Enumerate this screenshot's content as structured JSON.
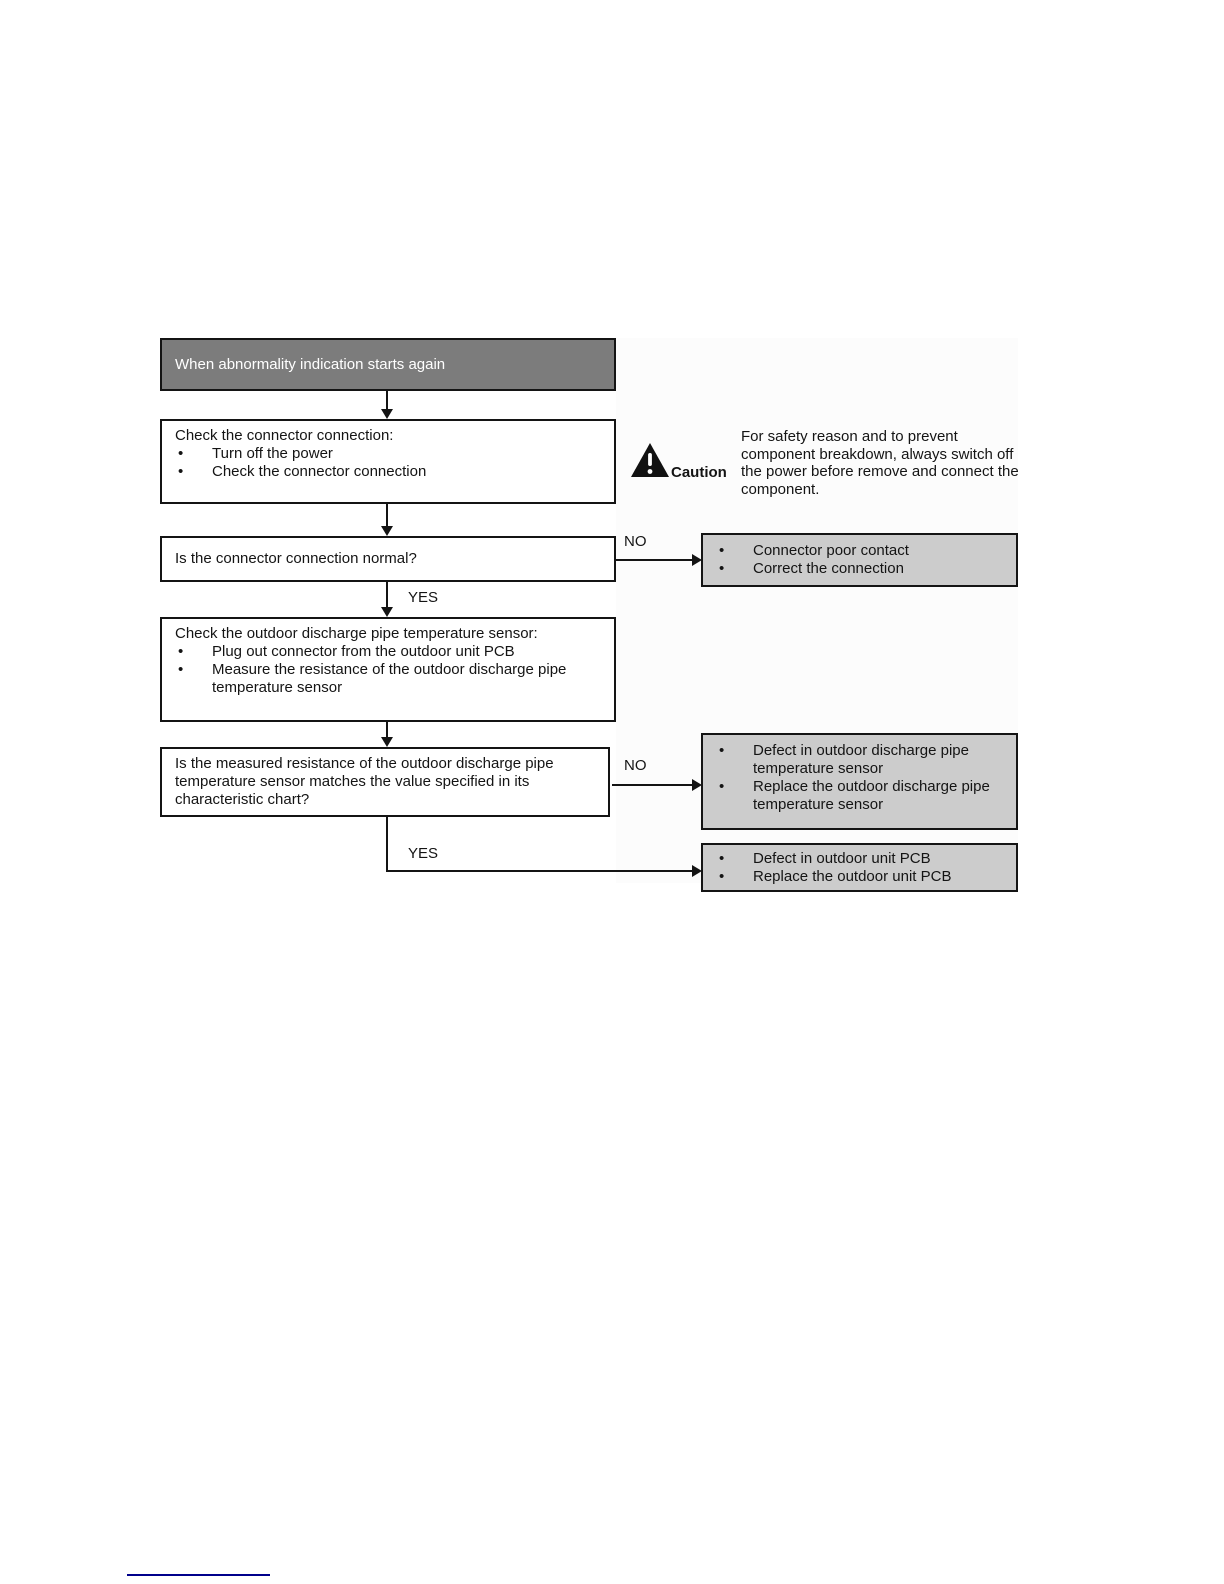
{
  "colors": {
    "start_box_fill": "#7c7c7c",
    "result_box_fill": "#cccccc",
    "box_border": "#141414",
    "footer_rule": "#00008b"
  },
  "flowchart": {
    "bullet_glyph": "•",
    "no_label": "NO",
    "yes_label": "YES",
    "start": "When abnormality indication starts again",
    "check_connector": {
      "title": "Check the connector connection:",
      "bullets": [
        "Turn off the power",
        "Check the connector connection"
      ]
    },
    "caution": {
      "label": "Caution",
      "note": "For safety reason and to prevent component breakdown, always switch off the power before remove and connect the component."
    },
    "decision_connector": "Is the connector connection normal?",
    "result_connector": {
      "bullets": [
        "Connector poor contact",
        "Correct the connection"
      ]
    },
    "check_sensor": {
      "title": "Check the outdoor discharge pipe temperature sensor:",
      "bullets": [
        "Plug out connector from the outdoor unit PCB",
        "Measure the resistance of the outdoor discharge pipe temperature sensor"
      ]
    },
    "decision_resistance": "Is the measured resistance of the outdoor discharge pipe temperature sensor matches the value specified in its characteristic chart?",
    "result_sensor": {
      "bullets": [
        "Defect in outdoor discharge pipe temperature sensor",
        "Replace the outdoor discharge pipe temperature sensor"
      ]
    },
    "result_pcb": {
      "bullets": [
        "Defect in outdoor unit PCB",
        "Replace the outdoor unit PCB"
      ]
    }
  }
}
